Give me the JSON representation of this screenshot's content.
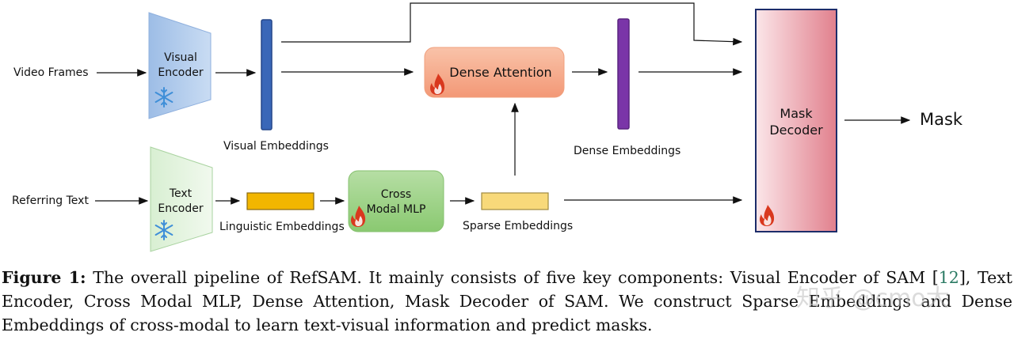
{
  "inputs": {
    "video_frames": "Video Frames",
    "referring_text": "Referring Text"
  },
  "encoders": {
    "visual_encoder_line1": "Visual",
    "visual_encoder_line2": "Encoder",
    "text_encoder_line1": "Text",
    "text_encoder_line2": "Encoder"
  },
  "embeddings": {
    "visual": "Visual Embeddings",
    "linguistic": "Linguistic Embeddings",
    "sparse": "Sparse Embeddings",
    "dense": "Dense Embeddings"
  },
  "modules": {
    "cross_modal_line1": "Cross",
    "cross_modal_line2": "Modal MLP",
    "dense_attention": "Dense Attention",
    "mask_decoder_line1": "Mask",
    "mask_decoder_line2": "Decoder"
  },
  "output": {
    "mask": "Mask"
  },
  "icons": {
    "frozen": "snowflake-icon",
    "trainable": "flame-icon"
  },
  "colors": {
    "visual_encoder": "#a9c6ea",
    "text_encoder": "#e3f3e0",
    "visual_embedding_bar": "#3a67b8",
    "linguistic_bar": "#f2b600",
    "sparse_bar": "#f7d267",
    "dense_bar": "#7a35a8",
    "cross_modal": "#9fd28a",
    "dense_attention": "#f6a78a",
    "mask_decoder": "#e68a96"
  },
  "caption": {
    "label": "Figure 1:",
    "text_before_cite": " The overall pipeline of RefSAM. It mainly consists of five key components: Visual Encoder of SAM [",
    "cite": "12",
    "text_after_cite": "], Text Encoder, Cross Modal MLP, Dense Attention, Mask Decoder of SAM. We construct Sparse Embeddings and Dense Embeddings of cross-modal to learn text-visual information and predict masks."
  },
  "watermark": "知乎 @cmo大"
}
